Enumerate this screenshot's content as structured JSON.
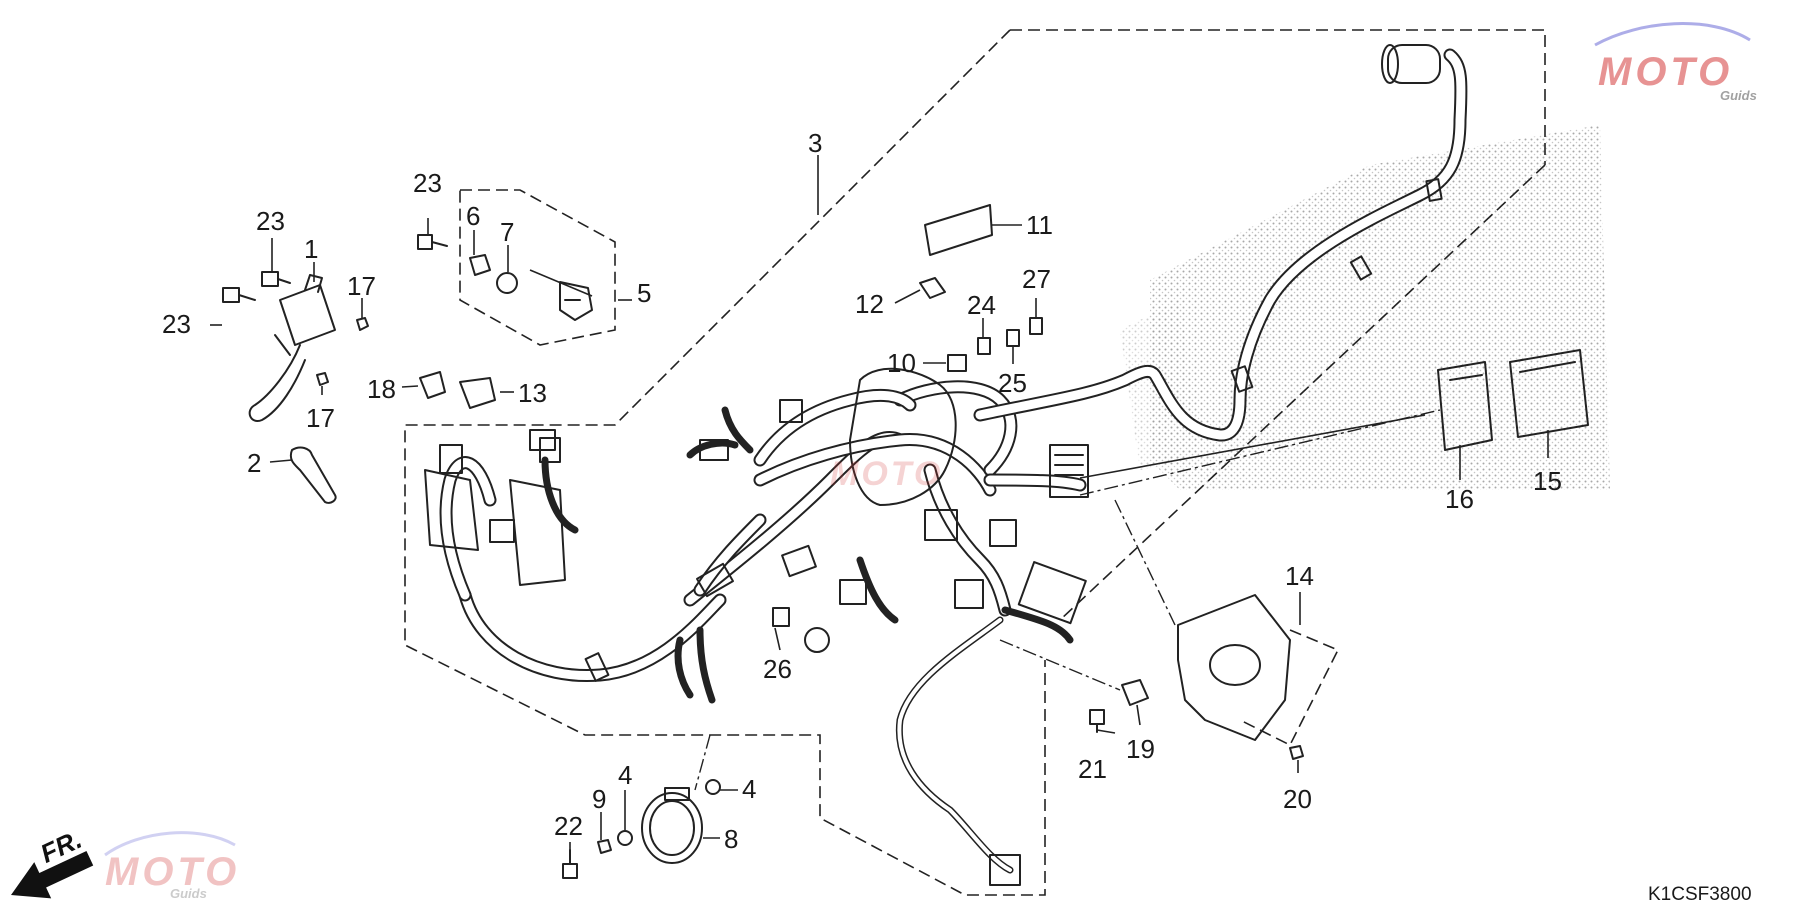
{
  "diagram": {
    "drawing_code": "K1CSF3800",
    "front_arrow_label": "FR.",
    "watermark": {
      "text": "MOTO",
      "subtext": "Guids"
    },
    "callouts": [
      {
        "id": "c1",
        "label": "1"
      },
      {
        "id": "c2",
        "label": "2"
      },
      {
        "id": "c3",
        "label": "3"
      },
      {
        "id": "c4a",
        "label": "4"
      },
      {
        "id": "c4b",
        "label": "4"
      },
      {
        "id": "c5",
        "label": "5"
      },
      {
        "id": "c6",
        "label": "6"
      },
      {
        "id": "c7",
        "label": "7"
      },
      {
        "id": "c8",
        "label": "8"
      },
      {
        "id": "c9",
        "label": "9"
      },
      {
        "id": "c10",
        "label": "10"
      },
      {
        "id": "c11",
        "label": "11"
      },
      {
        "id": "c12",
        "label": "12"
      },
      {
        "id": "c13",
        "label": "13"
      },
      {
        "id": "c14",
        "label": "14"
      },
      {
        "id": "c15",
        "label": "15"
      },
      {
        "id": "c16",
        "label": "16"
      },
      {
        "id": "c17a",
        "label": "17"
      },
      {
        "id": "c17b",
        "label": "17"
      },
      {
        "id": "c18",
        "label": "18"
      },
      {
        "id": "c19",
        "label": "19"
      },
      {
        "id": "c20",
        "label": "20"
      },
      {
        "id": "c21",
        "label": "21"
      },
      {
        "id": "c22",
        "label": "22"
      },
      {
        "id": "c23a",
        "label": "23"
      },
      {
        "id": "c23b",
        "label": "23"
      },
      {
        "id": "c23c",
        "label": "23"
      },
      {
        "id": "c24",
        "label": "24"
      },
      {
        "id": "c25",
        "label": "25"
      },
      {
        "id": "c26",
        "label": "26"
      },
      {
        "id": "c27",
        "label": "27"
      }
    ]
  }
}
